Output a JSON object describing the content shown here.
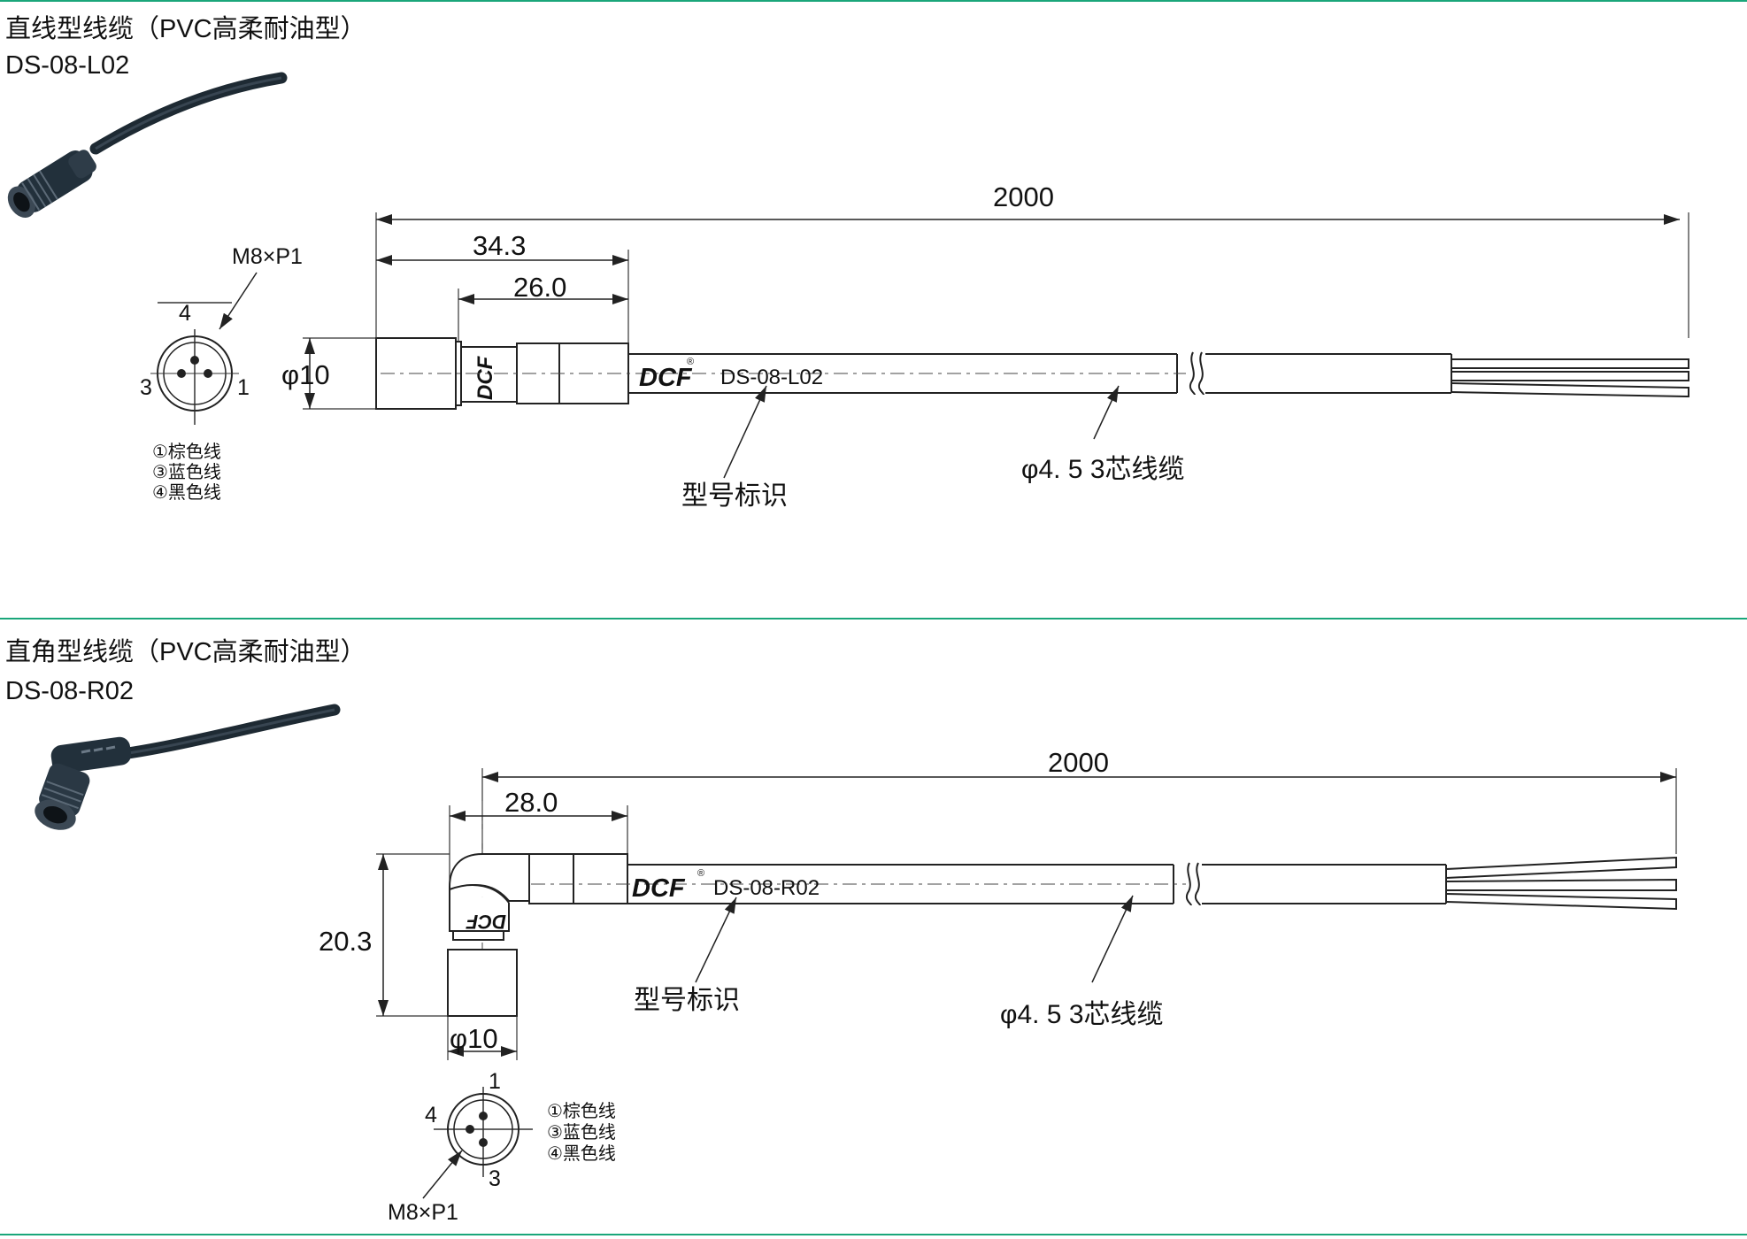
{
  "theme": {
    "rule_color": "#1aa67a",
    "line_color": "#333333",
    "cable_color": "#1e2a33"
  },
  "straight": {
    "title": "直线型线缆（PVC高柔耐油型）",
    "model": "DS-08-L02",
    "photo_icon": "straight-cable-connector-photo",
    "dims": {
      "total": "2000",
      "body": "34.3",
      "grip": "26.0",
      "diameter": "φ10"
    },
    "thread": "M8×P1",
    "pins": {
      "top": "4",
      "left": "3",
      "right": "1"
    },
    "legend": [
      "①棕色线",
      "③蓝色线",
      "④黑色线"
    ],
    "brand": "DCF",
    "cable_marking": "DS-08-L02",
    "callout_model_mark": "型号标识",
    "callout_cable": "φ4. 5 3芯线缆"
  },
  "angled": {
    "title": "直角型线缆（PVC高柔耐油型）",
    "model": "DS-08-R02",
    "photo_icon": "angled-cable-connector-photo",
    "dims": {
      "total": "2000",
      "horizontal": "28.0",
      "vertical": "20.3",
      "diameter": "φ10"
    },
    "thread": "M8×P1",
    "pins": {
      "top": "1",
      "left": "4",
      "bottom": "3"
    },
    "legend": [
      "①棕色线",
      "③蓝色线",
      "④黑色线"
    ],
    "brand": "DCF",
    "cable_marking": "DS-08-R02",
    "callout_model_mark": "型号标识",
    "callout_cable": "φ4. 5 3芯线缆"
  }
}
